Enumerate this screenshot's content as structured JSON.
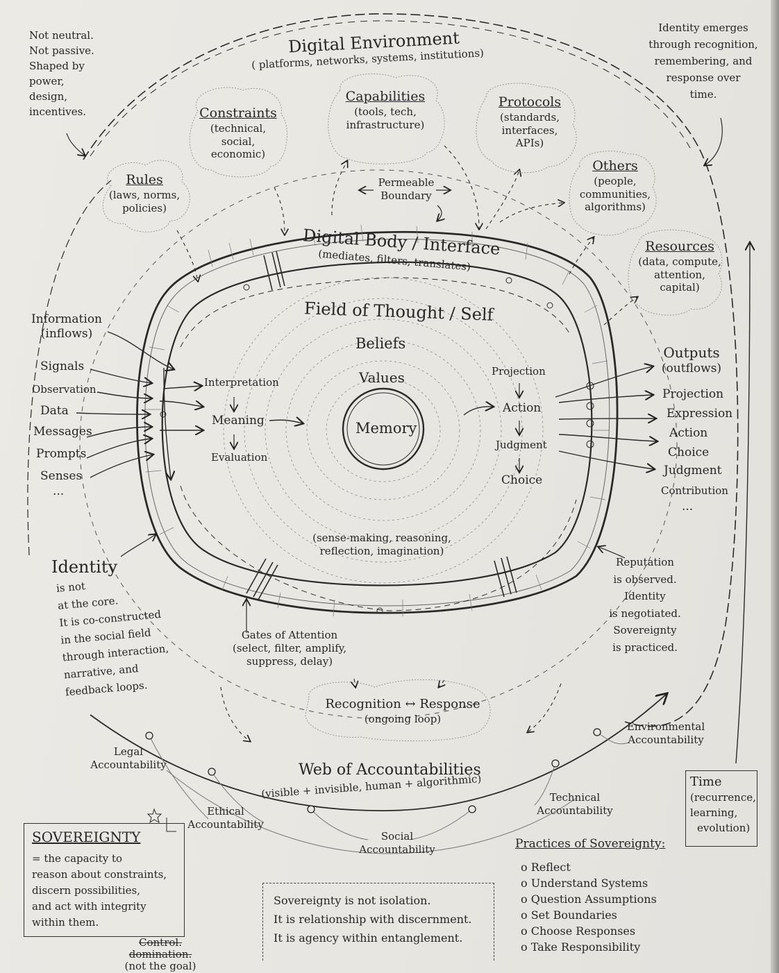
{
  "env": {
    "title": "Digital Environment",
    "subtitle": "( platforms, networks, systems, institutions)",
    "note_left": [
      "Not neutral.",
      "Not passive.",
      "Shaped by",
      "power,",
      "design,",
      "incentives."
    ],
    "note_right": [
      "Identity emerges",
      "through recognition,",
      "remembering, and",
      "response over",
      "time."
    ]
  },
  "clouds": {
    "rules": {
      "title": "Rules",
      "text": [
        "(laws, norms,",
        "policies)"
      ]
    },
    "constraints": {
      "title": "Constraints",
      "text": [
        "(technical,",
        "social,",
        "economic)"
      ]
    },
    "capabilities": {
      "title": "Capabilities",
      "text": [
        "(tools, tech,",
        "infrastructure)"
      ]
    },
    "protocols": {
      "title": "Protocols",
      "text": [
        "(standards,",
        "interfaces,",
        "APIs)"
      ]
    },
    "others": {
      "title": "Others",
      "text": [
        "(people,",
        "communities,",
        "algorithms)"
      ]
    },
    "resources": {
      "title": "Resources",
      "text": [
        "(data, compute,",
        "attention,",
        "capital)"
      ]
    }
  },
  "boundary": [
    "Permeable",
    "Boundary"
  ],
  "body": {
    "title": "Digital Body / Interface",
    "subtitle": "(mediates, filters, translates)"
  },
  "field": {
    "title": "Field of Thought / Self",
    "beliefs": "Beliefs",
    "values": "Values",
    "memory": "Memory",
    "process": [
      "(sense-making, reasoning,",
      "reflection, imagination)"
    ]
  },
  "inner_left": [
    "Interpretation",
    "Meaning",
    "Evaluation"
  ],
  "inner_right": [
    "Projection",
    "Action",
    "Judgment",
    "Choice"
  ],
  "inflows": {
    "title": "Information",
    "subtitle": "(inflows)",
    "items": [
      "Signals",
      "Observation",
      "Data",
      "Messages",
      "Prompts",
      "Senses",
      "..."
    ]
  },
  "outflows": {
    "title": "Outputs",
    "subtitle": "(outflows)",
    "items": [
      "Projection",
      "Expression",
      "Action",
      "Choice",
      "Judgment",
      "Contribution",
      "..."
    ]
  },
  "identity": {
    "title": "Identity",
    "text": [
      "is not",
      "at the core.",
      "It is co-constructed",
      "in the social field",
      "through interaction,",
      "narrative, and",
      "feedback loops."
    ]
  },
  "gates": [
    "Gates of Attention",
    "(select, filter, amplify,",
    "suppress, delay)"
  ],
  "reputation": [
    "Reputation",
    "is observed.",
    "Identity",
    "is negotiated.",
    "Sovereignty",
    "is practiced."
  ],
  "loop": {
    "title": "Recognition ↔ Response",
    "subtitle": "(ongoing loop)"
  },
  "web": {
    "title": "Web of Accountabilities",
    "subtitle": "(visible + invisible, human + algorithmic)",
    "legal": [
      "Legal",
      "Accountability"
    ],
    "ethical": [
      "Ethical",
      "Accountability"
    ],
    "social": [
      "Social",
      "Accountability"
    ],
    "technical": [
      "Technical",
      "Accountability"
    ],
    "environmental": [
      "Environmental",
      "Accountability"
    ]
  },
  "time": [
    "Time",
    "(recurrence,",
    "learning,",
    "evolution)"
  ],
  "sovereignty": {
    "title": "SOVEREIGNTY",
    "text": [
      "= the capacity to",
      "reason about constraints,",
      "discern possibilities,",
      "and act with integrity",
      "within them."
    ],
    "struck": [
      "Control.",
      "domination."
    ],
    "note": "(not the goal)"
  },
  "quote": [
    "Sovereignty is not isolation.",
    "It is relationship with discernment.",
    "It is agency within entanglement."
  ],
  "practices": {
    "title": "Practices of Sovereignty:",
    "items": [
      "Reflect",
      "Understand Systems",
      "Question Assumptions",
      "Set Boundaries",
      "Choose Responses",
      "Take Responsibility"
    ]
  }
}
